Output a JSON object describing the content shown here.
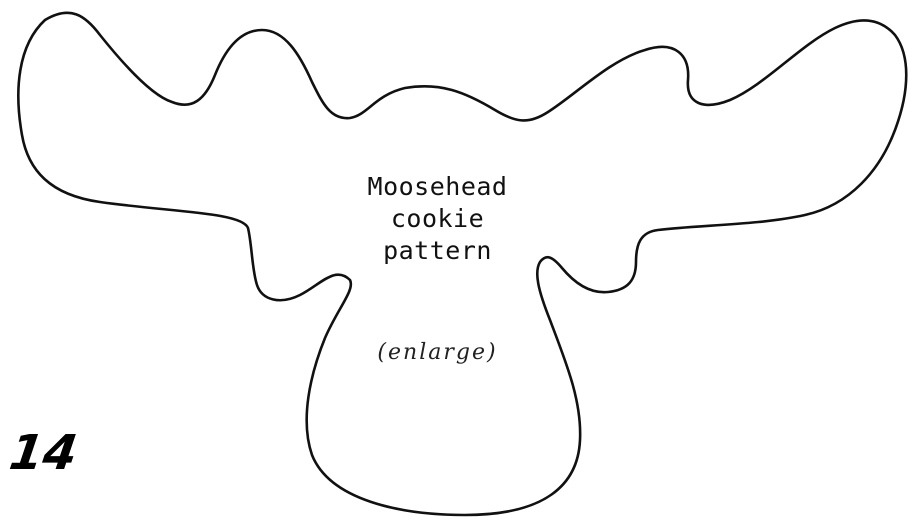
{
  "pattern": {
    "title_lines": [
      "Moosehead",
      "cookie",
      "pattern"
    ],
    "note": "(enlarge)",
    "page_number": "14",
    "outline_shape": "moose head with antlers"
  }
}
